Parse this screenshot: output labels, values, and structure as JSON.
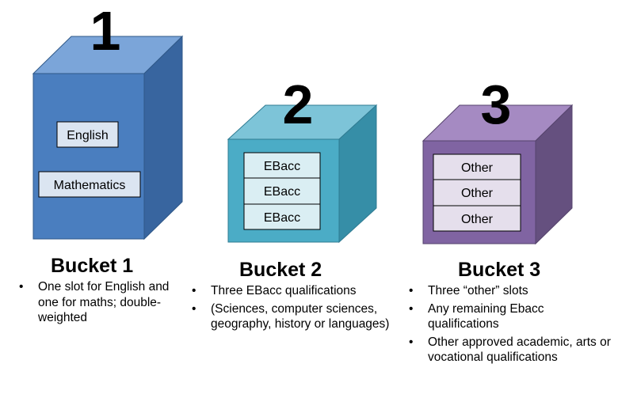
{
  "colors": {
    "bucket1": {
      "front": "#4a7ebf",
      "top": "#7ba5d9",
      "side": "#38659f",
      "stroke": "#2f5888"
    },
    "bucket2": {
      "front": "#4bacc6",
      "top": "#7dc4d8",
      "side": "#368ea7",
      "stroke": "#2f7b92"
    },
    "bucket3": {
      "front": "#8064a2",
      "top": "#a58ac2",
      "side": "#65507f",
      "stroke": "#55436c"
    },
    "slot_fill_blue": "#dbe5f1",
    "slot_fill_teal": "#daeef3",
    "slot_fill_purple": "#e5dfec"
  },
  "buckets": [
    {
      "number": "1",
      "title": "Bucket 1",
      "slots": [
        "English",
        "Mathematics"
      ],
      "bullets": [
        "One slot for English and one for maths; double-weighted"
      ]
    },
    {
      "number": "2",
      "title": "Bucket 2",
      "slots": [
        "EBacc",
        "EBacc",
        "EBacc"
      ],
      "bullets": [
        "Three EBacc qualifications",
        "(Sciences, computer sciences, geography, history or languages)"
      ]
    },
    {
      "number": "3",
      "title": "Bucket 3",
      "slots": [
        "Other",
        "Other",
        "Other"
      ],
      "bullets": [
        "Three “other” slots",
        "Any remaining Ebacc qualifications",
        "Other approved academic, arts or vocational qualifications"
      ]
    }
  ]
}
